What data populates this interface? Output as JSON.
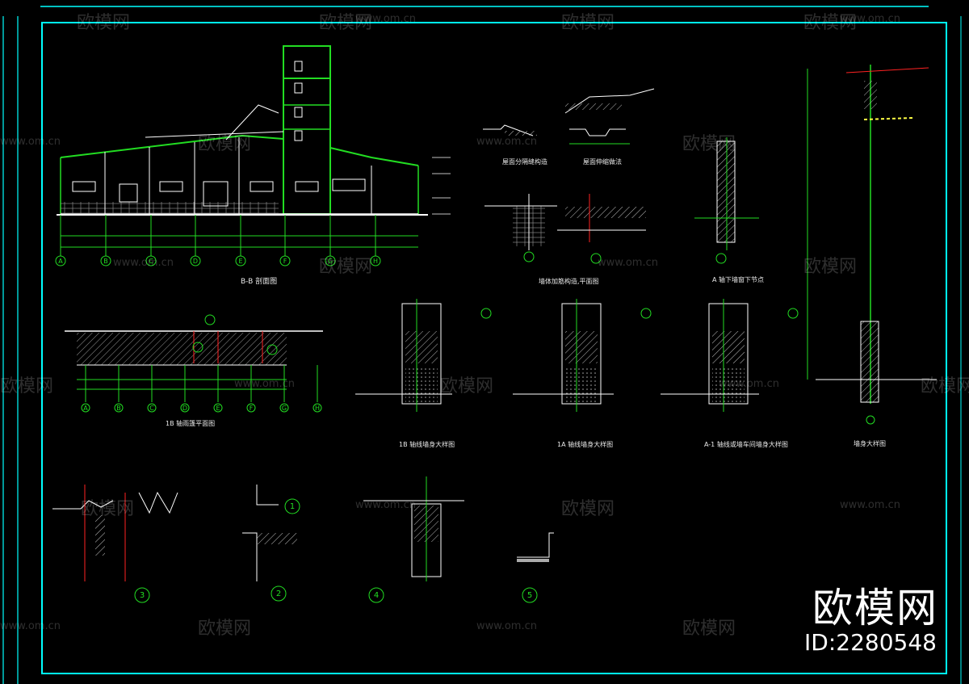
{
  "drawing": {
    "section_title": "B-B 剖面图",
    "canopy_title": "1B 轴雨篷平面图",
    "roof_detail_1": "屋面分隔缝构造",
    "roof_detail_2": "屋面伸缩做法",
    "wall_elev_title": "墙体加筋构造,平面图",
    "window_detail_title": "A 轴下墙窗下节点",
    "wall_detail_1": "1B 轴线墙身大样图",
    "wall_detail_2": "1A 轴线墙身大样图",
    "wall_detail_3": "A-1 轴线或墙车间墙身大样图",
    "wall_detail_4": "墙身大样图",
    "axes": [
      "A",
      "B",
      "C",
      "D",
      "E",
      "F",
      "G",
      "H"
    ],
    "canopy_axes": [
      "A",
      "B",
      "C",
      "D",
      "E",
      "F",
      "G",
      "H"
    ],
    "details": [
      "1",
      "2",
      "3",
      "4",
      "5"
    ]
  },
  "watermark": {
    "brand_cn": "欧模网",
    "url": "www.om.cn"
  },
  "brand": {
    "name": "欧模网",
    "id": "ID:2280548"
  },
  "colors": {
    "frame": "#00ffff",
    "green": "#22dd22",
    "white": "#ffffff",
    "red": "#ff2222",
    "yellow": "#ffff44"
  }
}
